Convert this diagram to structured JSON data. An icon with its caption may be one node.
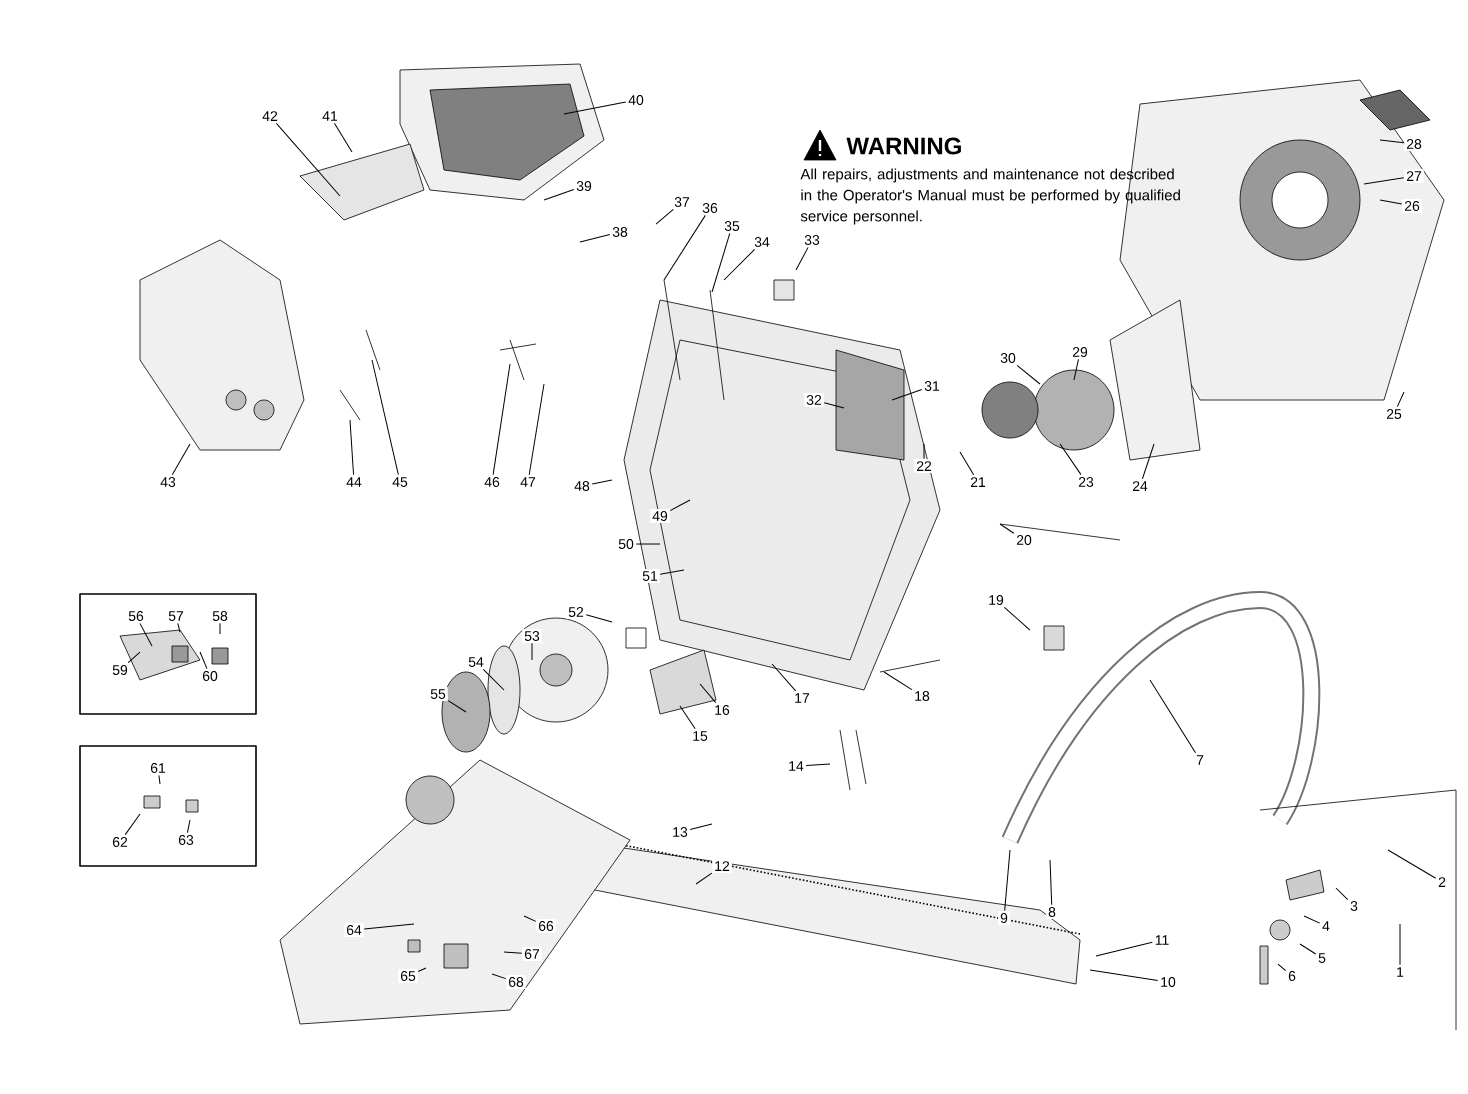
{
  "diagram": {
    "nodes": [
      {
        "text": [
          "1"
        ]
      },
      {
        "text": [
          "2"
        ]
      },
      {
        "text": [
          "3"
        ]
      },
      {
        "text": [
          "4"
        ]
      },
      {
        "text": [
          "5"
        ]
      },
      {
        "text": [
          "6"
        ]
      },
      {
        "text": [
          "7"
        ]
      },
      {
        "text": [
          "8"
        ]
      },
      {
        "text": [
          "9"
        ]
      },
      {
        "text": [
          "10"
        ]
      },
      {
        "text": [
          "11"
        ]
      },
      {
        "text": [
          "12"
        ]
      },
      {
        "text": [
          "13"
        ]
      },
      {
        "text": [
          "14"
        ]
      },
      {
        "text": [
          "15"
        ]
      },
      {
        "text": [
          "16"
        ]
      },
      {
        "text": [
          "17"
        ]
      },
      {
        "text": [
          "18"
        ]
      },
      {
        "text": [
          "19"
        ]
      },
      {
        "text": [
          "20"
        ]
      },
      {
        "text": [
          "21"
        ]
      },
      {
        "text": [
          "22"
        ]
      },
      {
        "text": [
          "23"
        ]
      },
      {
        "text": [
          "24"
        ]
      },
      {
        "text": [
          "25"
        ]
      },
      {
        "text": [
          "26"
        ]
      },
      {
        "text": [
          "27"
        ]
      },
      {
        "text": [
          "28"
        ]
      },
      {
        "text": [
          "29"
        ]
      },
      {
        "text": [
          "30"
        ]
      },
      {
        "text": [
          "31"
        ]
      },
      {
        "text": [
          "32"
        ]
      },
      {
        "text": [
          "33"
        ]
      },
      {
        "text": [
          "34"
        ]
      },
      {
        "text": [
          "35"
        ]
      },
      {
        "text": [
          "36"
        ]
      },
      {
        "text": [
          "37"
        ]
      },
      {
        "text": [
          "38"
        ]
      },
      {
        "text": [
          "39"
        ]
      },
      {
        "text": [
          "40"
        ]
      },
      {
        "text": [
          "41"
        ]
      },
      {
        "text": [
          "42"
        ]
      },
      {
        "text": [
          "43"
        ]
      },
      {
        "text": [
          "44"
        ]
      },
      {
        "text": [
          "45"
        ]
      },
      {
        "text": [
          "46"
        ]
      },
      {
        "text": [
          "47"
        ]
      },
      {
        "text": [
          "48"
        ]
      },
      {
        "text": [
          "49"
        ]
      },
      {
        "text": [
          "50"
        ]
      },
      {
        "text": [
          "51"
        ]
      },
      {
        "text": [
          "52"
        ]
      },
      {
        "text": [
          "53"
        ]
      },
      {
        "text": [
          "54"
        ]
      },
      {
        "text": [
          "55"
        ]
      },
      {
        "text": [],
        "shape": "box"
      },
      {
        "text": [
          "56"
        ],
        "in": 55
      },
      {
        "text": [
          "57"
        ],
        "in": 55
      },
      {
        "text": [
          "58"
        ],
        "in": 55
      },
      {
        "text": [
          "59"
        ],
        "in": 55
      },
      {
        "text": [
          "60"
        ],
        "in": 55
      },
      {
        "text": [],
        "shape": "box"
      },
      {
        "text": [
          "61"
        ],
        "in": 61
      },
      {
        "text": [
          "62"
        ],
        "in": 61
      },
      {
        "text": [
          "63"
        ],
        "in": 61
      },
      {
        "text": [
          "64"
        ]
      },
      {
        "text": [
          "65"
        ]
      },
      {
        "text": [
          "66"
        ]
      },
      {
        "text": [
          "67"
        ]
      },
      {
        "text": [
          "68"
        ]
      }
    ],
    "edges": [
      {
        "from": 0,
        "to": null,
        "arrow": "none"
      },
      {
        "from": 1,
        "to": null,
        "arrow": "none"
      },
      {
        "from": 2,
        "to": null,
        "arrow": "none"
      },
      {
        "from": 3,
        "to": null,
        "arrow": "none"
      },
      {
        "from": 4,
        "to": null,
        "arrow": "none"
      },
      {
        "from": 5,
        "to": null,
        "arrow": "none"
      },
      {
        "from": 6,
        "to": null,
        "arrow": "none"
      },
      {
        "from": 7,
        "to": null,
        "arrow": "none"
      },
      {
        "from": 8,
        "to": null,
        "arrow": "none"
      },
      {
        "from": 9,
        "to": null,
        "arrow": "none"
      },
      {
        "from": 10,
        "to": null,
        "arrow": "none"
      },
      {
        "from": 11,
        "to": null,
        "arrow": "none"
      },
      {
        "from": 12,
        "to": null,
        "arrow": "none"
      },
      {
        "from": 13,
        "to": null,
        "arrow": "none"
      },
      {
        "from": 14,
        "to": null,
        "arrow": "none"
      },
      {
        "from": 15,
        "to": null,
        "arrow": "none"
      },
      {
        "from": 16,
        "to": null,
        "arrow": "none"
      },
      {
        "from": 17,
        "to": null,
        "arrow": "none"
      },
      {
        "from": 18,
        "to": null,
        "arrow": "none"
      },
      {
        "from": 19,
        "to": null,
        "arrow": "none"
      },
      {
        "from": 20,
        "to": null,
        "arrow": "none"
      },
      {
        "from": 21,
        "to": null,
        "arrow": "none"
      },
      {
        "from": 22,
        "to": null,
        "arrow": "none"
      },
      {
        "from": 23,
        "to": null,
        "arrow": "none"
      },
      {
        "from": 24,
        "to": null,
        "arrow": "none"
      },
      {
        "from": 25,
        "to": null,
        "arrow": "none"
      },
      {
        "from": 26,
        "to": null,
        "arrow": "none"
      },
      {
        "from": 27,
        "to": null,
        "arrow": "none"
      },
      {
        "from": 28,
        "to": null,
        "arrow": "none"
      },
      {
        "from": 29,
        "to": null,
        "arrow": "none"
      },
      {
        "from": 30,
        "to": null,
        "arrow": "none"
      },
      {
        "from": 31,
        "to": null,
        "arrow": "none"
      },
      {
        "from": 32,
        "to": null,
        "arrow": "none"
      },
      {
        "from": 33,
        "to": null,
        "arrow": "none"
      },
      {
        "from": 34,
        "to": null,
        "arrow": "none"
      },
      {
        "from": 35,
        "to": null,
        "arrow": "none"
      },
      {
        "from": 36,
        "to": null,
        "arrow": "none"
      },
      {
        "from": 37,
        "to": null,
        "arrow": "none"
      },
      {
        "from": 38,
        "to": null,
        "arrow": "none"
      },
      {
        "from": 39,
        "to": null,
        "arrow": "none"
      },
      {
        "from": 40,
        "to": null,
        "arrow": "none"
      },
      {
        "from": 41,
        "to": null,
        "arrow": "none"
      },
      {
        "from": 42,
        "to": null,
        "arrow": "none"
      },
      {
        "from": 43,
        "to": null,
        "arrow": "none"
      },
      {
        "from": 44,
        "to": null,
        "arrow": "none"
      },
      {
        "from": 45,
        "to": null,
        "arrow": "none"
      },
      {
        "from": 46,
        "to": null,
        "arrow": "none"
      },
      {
        "from": 47,
        "to": null,
        "arrow": "none"
      },
      {
        "from": 48,
        "to": null,
        "arrow": "none"
      },
      {
        "from": 49,
        "to": null,
        "arrow": "none"
      },
      {
        "from": 50,
        "to": null,
        "arrow": "none"
      },
      {
        "from": 51,
        "to": null,
        "arrow": "none"
      },
      {
        "from": 52,
        "to": null,
        "arrow": "none"
      },
      {
        "from": 53,
        "to": null,
        "arrow": "none"
      },
      {
        "from": 54,
        "to": null,
        "arrow": "none"
      },
      {
        "from": 56,
        "to": null,
        "arrow": "none"
      },
      {
        "from": 57,
        "to": null,
        "arrow": "none"
      },
      {
        "from": 58,
        "to": null,
        "arrow": "none"
      },
      {
        "from": 59,
        "to": null,
        "arrow": "none"
      },
      {
        "from": 60,
        "to": null,
        "arrow": "none"
      },
      {
        "from": 62,
        "to": null,
        "arrow": "none"
      },
      {
        "from": 63,
        "to": null,
        "arrow": "none"
      },
      {
        "from": 64,
        "to": null,
        "arrow": "none"
      },
      {
        "from": 65,
        "to": null,
        "arrow": "none"
      },
      {
        "from": 66,
        "to": null,
        "arrow": "none"
      },
      {
        "from": 67,
        "to": null,
        "arrow": "none"
      },
      {
        "from": 68,
        "to": null,
        "arrow": "none"
      },
      {
        "from": 69,
        "to": null,
        "arrow": "none"
      }
    ],
    "labels": [
      "WARNING",
      "All repairs, adjustments and maintenance not described in the Operator's Manual must be performed by qualified service personnel."
    ]
  }
}
